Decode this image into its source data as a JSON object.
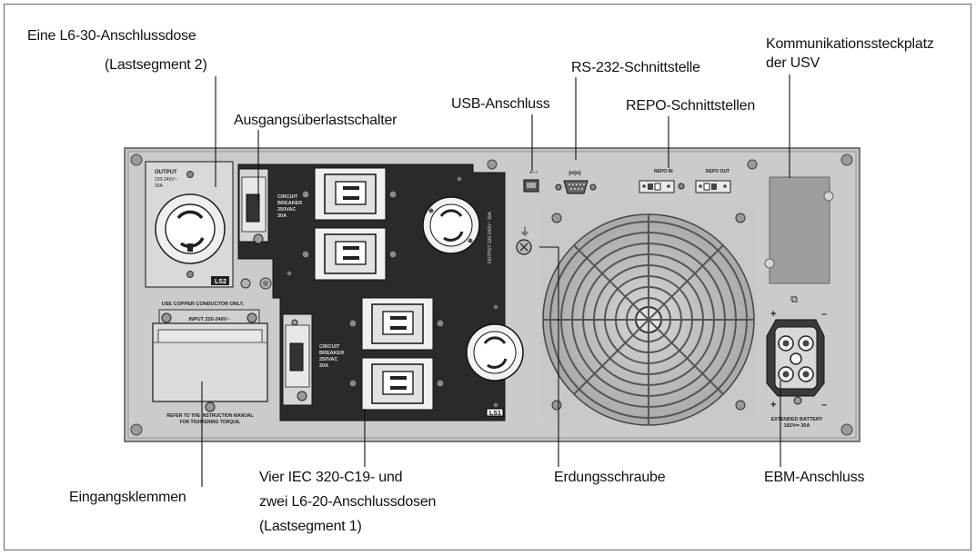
{
  "callouts": {
    "l6_30_line1": "Eine L6-30-Anschlussdose",
    "l6_30_line2": "(Lastsegment 2)",
    "overload_breaker": "Ausgangsüberlastschalter",
    "usb_port": "USB-Anschluss",
    "rs232_port": "RS-232-Schnittstelle",
    "repo_ports": "REPO-Schnittstellen",
    "comm_bay_line1": "Kommunikationssteckplatz",
    "comm_bay_line2": "der USV",
    "input_terminals": "Eingangsklemmen",
    "outlets_line1": "Vier IEC 320-C19- und",
    "outlets_line2": "zwei L6-20-Anschlussdosen",
    "outlets_line3": "(Lastsegment 1)",
    "ground_screw": "Erdungsschraube",
    "ebm_connector": "EBM-Anschluss"
  },
  "panel_text": {
    "output_label": "OUTPUT",
    "output_voltage": "220-240V~",
    "output_amps": "30A",
    "ls2": "LS2",
    "ls1": "LS1",
    "cb_top_1": "CIRCUIT",
    "cb_top_2": "BREAKER",
    "cb_top_3": "250VAC",
    "cb_top_4": "30A",
    "cb_bot_1": "CIRCUIT",
    "cb_bot_2": "BREAKER",
    "cb_bot_3": "250VAC",
    "cb_bot_4": "20A",
    "output_vertical": "OUTPUT 220-240V~ 30A",
    "copper_note": "USE COPPER CONDUCTOR ONLY.",
    "input_label": "INPUT 220-240V~",
    "refer_1": "REFER TO THE INSTRUCTION MANUAL",
    "refer_2": "FOR TIGHTENING TORQUE.",
    "repo_in": "REPO IN",
    "repo_out": "REPO OUT",
    "rs232_symbol": "|o|o|",
    "plus": "+",
    "minus": "–",
    "ext_battery_1": "EXTENDED BATTERY",
    "ext_battery_2": "192V⎓ 30A"
  }
}
